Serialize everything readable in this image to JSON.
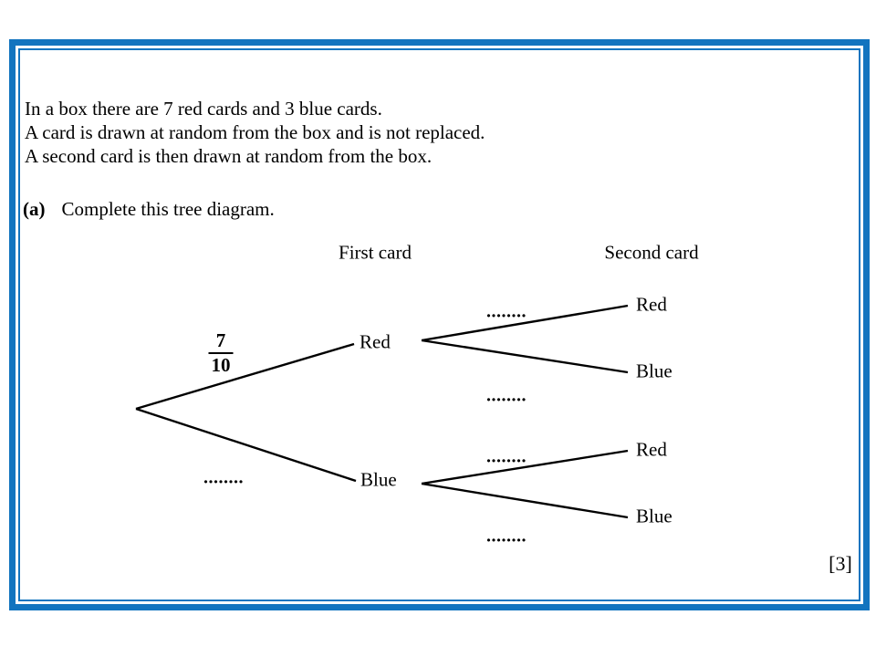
{
  "colors": {
    "frame_blue": "#1274bf",
    "ink": "#000000"
  },
  "question": {
    "lines": [
      "In a box there are 7 red cards and 3 blue cards.",
      "A card is drawn at random from the box and is not replaced.",
      "A second card is then drawn at random from the box."
    ],
    "part_label": "(a)",
    "part_text": "Complete this tree diagram.",
    "marks": "[3]"
  },
  "tree": {
    "col1_header": "First card",
    "col2_header": "Second card",
    "first_level": {
      "red": {
        "label": "Red",
        "probability": {
          "numerator": "7",
          "denominator": "10"
        }
      },
      "blue": {
        "label": "Blue",
        "probability_placeholder": "........"
      }
    },
    "second_level": {
      "from_red": [
        {
          "label": "Red",
          "probability_placeholder": "........"
        },
        {
          "label": "Blue",
          "probability_placeholder": "........"
        }
      ],
      "from_blue": [
        {
          "label": "Red",
          "probability_placeholder": "........"
        },
        {
          "label": "Blue",
          "probability_placeholder": "........"
        }
      ]
    }
  }
}
